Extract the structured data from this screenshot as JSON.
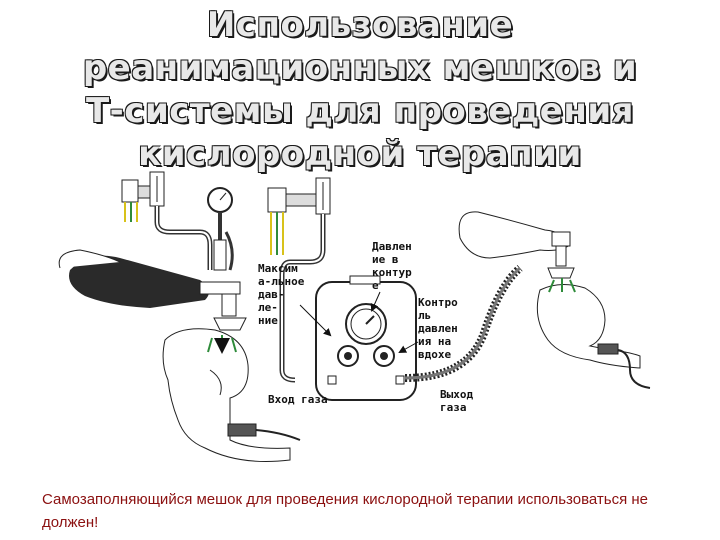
{
  "title_lines": [
    "Использование",
    "реанимационных мешков и",
    "Т-системы для проведения",
    "кислородной терапии"
  ],
  "labels": {
    "max_pressure": "Максим\nа-льное\nдав-\nле-\nние",
    "circuit_pressure": "Давлен\nие в\nконтур\nе",
    "inspiratory_control": "Контро\nль\nдавлен\nия на\nвдохе",
    "gas_inlet": "Вход газа",
    "gas_outlet": "Выход\nгаза"
  },
  "warning": "Самозаполняющийся мешок для проведения кислородной терапии использоваться не должен!",
  "colors": {
    "title_text": "#e8e8e8",
    "warning_text": "#8b1010",
    "arrow_green": "#2e8b3a",
    "tube_yellow": "#d8c21a"
  }
}
